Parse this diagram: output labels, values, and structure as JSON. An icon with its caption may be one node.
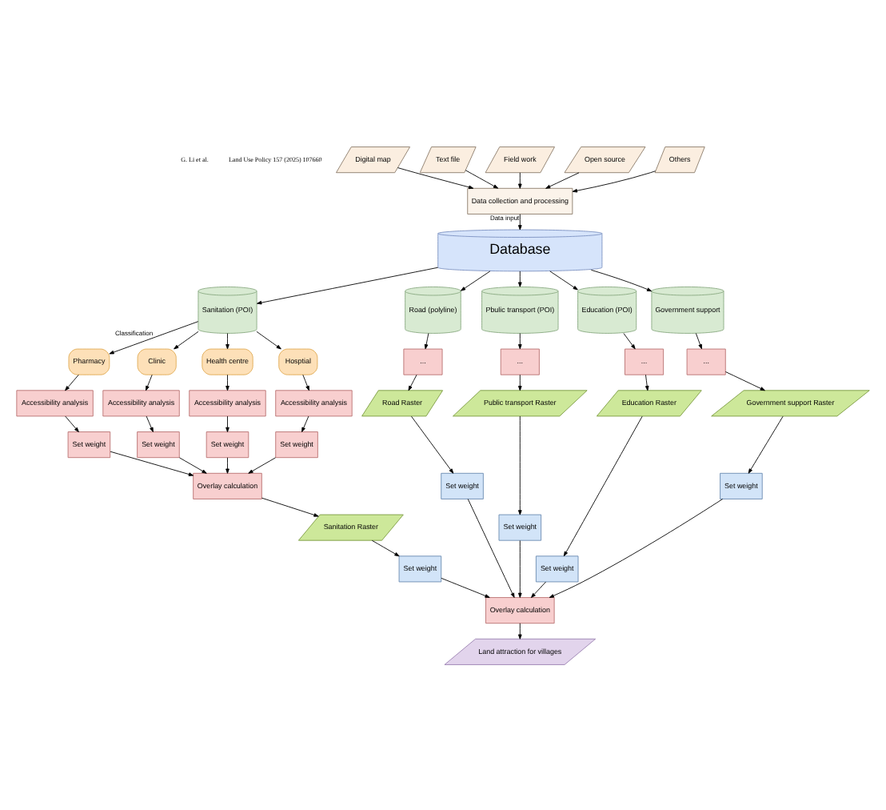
{
  "diagram": {
    "nodes": [
      {
        "text": [
          "Digital map"
        ]
      },
      {
        "text": [
          "Text file"
        ]
      },
      {
        "text": [
          "Field work"
        ]
      },
      {
        "text": [
          "Open source"
        ]
      },
      {
        "text": [
          "Others"
        ]
      },
      {
        "text": [
          "Data collection and processing"
        ]
      },
      {
        "text": [
          "Database"
        ]
      },
      {
        "text": [
          "Sanitation (POI)"
        ]
      },
      {
        "text": [
          "Road (polyline)"
        ]
      },
      {
        "text": [
          "Pbulic transport (POI)"
        ]
      },
      {
        "text": [
          "Education (POI)"
        ]
      },
      {
        "text": [
          "Government support"
        ]
      },
      {
        "text": [
          "Pharmacy"
        ]
      },
      {
        "text": [
          "Clinic"
        ]
      },
      {
        "text": [
          "Health centre"
        ]
      },
      {
        "text": [
          "Hosptial"
        ]
      },
      {
        "text": [
          "Accessibility analysis"
        ]
      },
      {
        "text": [
          "Accessibility analysis"
        ]
      },
      {
        "text": [
          "Accessibility analysis"
        ]
      },
      {
        "text": [
          "Accessibility analysis"
        ]
      },
      {
        "text": [
          "Set weight"
        ]
      },
      {
        "text": [
          "Set weight"
        ]
      },
      {
        "text": [
          "Set weight"
        ]
      },
      {
        "text": [
          "Set weight"
        ]
      },
      {
        "text": [
          "Overlay calculation"
        ]
      },
      {
        "text": [
          "..."
        ]
      },
      {
        "text": [
          "..."
        ]
      },
      {
        "text": [
          "..."
        ]
      },
      {
        "text": [
          "..."
        ]
      },
      {
        "text": [
          "Sanitation Raster"
        ]
      },
      {
        "text": [
          "Road Raster"
        ]
      },
      {
        "text": [
          "Public transport Raster"
        ]
      },
      {
        "text": [
          "Education Raster"
        ]
      },
      {
        "text": [
          "Government support Raster"
        ]
      },
      {
        "text": [
          "Set weight"
        ]
      },
      {
        "text": [
          "Set weight"
        ]
      },
      {
        "text": [
          "Set weight"
        ]
      },
      {
        "text": [
          "Set weight"
        ]
      },
      {
        "text": [
          "Set weight"
        ]
      },
      {
        "text": [
          "Overlay calculation"
        ]
      },
      {
        "text": [
          "Land attraction for villages"
        ]
      }
    ],
    "edges": [
      {
        "from": 0,
        "to": 5,
        "arrow": "to"
      },
      {
        "from": 1,
        "to": 5,
        "arrow": "to"
      },
      {
        "from": 2,
        "to": 5,
        "arrow": "to"
      },
      {
        "from": 3,
        "to": 5,
        "arrow": "to"
      },
      {
        "from": 4,
        "to": 5,
        "arrow": "to"
      },
      {
        "from": 5,
        "to": 6,
        "arrow": "to",
        "label": "Data input"
      },
      {
        "from": 6,
        "to": 7,
        "arrow": "to"
      },
      {
        "from": 6,
        "to": 8,
        "arrow": "to"
      },
      {
        "from": 6,
        "to": 9,
        "arrow": "to"
      },
      {
        "from": 6,
        "to": 10,
        "arrow": "to"
      },
      {
        "from": 6,
        "to": 11,
        "arrow": "to"
      },
      {
        "from": 7,
        "to": 12,
        "arrow": "to",
        "label": "Classification"
      },
      {
        "from": 7,
        "to": 13,
        "arrow": "to"
      },
      {
        "from": 7,
        "to": 14,
        "arrow": "to"
      },
      {
        "from": 7,
        "to": 15,
        "arrow": "to"
      },
      {
        "from": 12,
        "to": 16,
        "arrow": "to"
      },
      {
        "from": 13,
        "to": 17,
        "arrow": "to"
      },
      {
        "from": 14,
        "to": 18,
        "arrow": "to"
      },
      {
        "from": 15,
        "to": 19,
        "arrow": "to"
      },
      {
        "from": 16,
        "to": 20,
        "arrow": "to"
      },
      {
        "from": 17,
        "to": 21,
        "arrow": "to"
      },
      {
        "from": 18,
        "to": 22,
        "arrow": "to"
      },
      {
        "from": 19,
        "to": 23,
        "arrow": "to"
      },
      {
        "from": 20,
        "to": 24,
        "arrow": "to"
      },
      {
        "from": 21,
        "to": 24,
        "arrow": "to"
      },
      {
        "from": 22,
        "to": 24,
        "arrow": "to"
      },
      {
        "from": 23,
        "to": 24,
        "arrow": "to"
      },
      {
        "from": 24,
        "to": 29,
        "arrow": "to"
      },
      {
        "from": 8,
        "to": 25,
        "arrow": "to"
      },
      {
        "from": 9,
        "to": 26,
        "arrow": "to"
      },
      {
        "from": 10,
        "to": 27,
        "arrow": "to"
      },
      {
        "from": 11,
        "to": 28,
        "arrow": "to"
      },
      {
        "from": 25,
        "to": 30,
        "arrow": "to"
      },
      {
        "from": 26,
        "to": 31,
        "arrow": "to"
      },
      {
        "from": 27,
        "to": 32,
        "arrow": "to"
      },
      {
        "from": 28,
        "to": 33,
        "arrow": "to"
      },
      {
        "from": 29,
        "to": 34,
        "arrow": "to"
      },
      {
        "from": 30,
        "to": 35,
        "arrow": "to"
      },
      {
        "from": 31,
        "to": 36,
        "arrow": "to"
      },
      {
        "from": 32,
        "to": 37,
        "arrow": "to"
      },
      {
        "from": 33,
        "to": 38,
        "arrow": "to"
      },
      {
        "from": 34,
        "to": 39,
        "arrow": "to"
      },
      {
        "from": 35,
        "to": 39,
        "arrow": "to"
      },
      {
        "from": 36,
        "to": 39,
        "arrow": "to"
      },
      {
        "from": 37,
        "to": 39,
        "arrow": "to"
      },
      {
        "from": 38,
        "to": 39,
        "arrow": "to"
      },
      {
        "from": 39,
        "to": 40,
        "arrow": "to"
      }
    ],
    "labels": [
      "G. Li et al.",
      "Land Use Policy 157 (2025) 107660"
    ]
  }
}
